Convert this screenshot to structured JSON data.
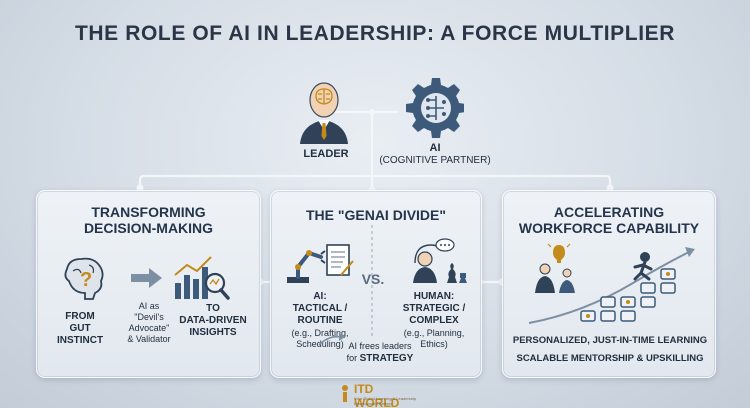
{
  "title": "THE ROLE OF AI IN LEADERSHIP: A FORCE MULTIPLIER",
  "top": {
    "leader_label": "LEADER",
    "ai_label": "AI",
    "ai_sublabel": "(COGNITIVE PARTNER)"
  },
  "panel_left": {
    "title_line1": "TRANSFORMING",
    "title_line2": "DECISION-MAKING",
    "from_line1": "FROM",
    "from_line2": "GUT",
    "from_line3": "INSTINCT",
    "ai_as_line1": "AI as",
    "ai_as_line2": "\"Devil's",
    "ai_as_line3": "Advocate\"",
    "ai_as_line4": "& Validator",
    "to_line1": "TO",
    "to_line2": "DATA-DRIVEN",
    "to_line3": "INSIGHTS"
  },
  "panel_mid": {
    "title": "THE \"GENAI DIVIDE\"",
    "vs": "VS.",
    "ai_line1": "AI:",
    "ai_line2": "TACTICAL /",
    "ai_line3": "ROUTINE",
    "ai_line4": "(e.g., Drafting,",
    "ai_line5": "Scheduling)",
    "human_line1": "HUMAN:",
    "human_line2": "STRATEGIC /",
    "human_line3": "COMPLEX",
    "human_line4": "(e.g., Planning,",
    "human_line5": "Ethics)",
    "frees_line1": "AI frees leaders",
    "frees_line2_a": "for ",
    "frees_line2_b": "STRATEGY"
  },
  "panel_right": {
    "title_line1": "ACCELERATING",
    "title_line2": "WORKFORCE CAPABILITY",
    "line1": "PERSONALIZED, JUST-IN-TIME LEARNING",
    "line2": "SCALABLE MENTORSHIP & UPSKILLING"
  },
  "logo": {
    "main": "ITD WORLD",
    "sub": "Your Global Learning & Leadership Development Partner"
  },
  "colors": {
    "dark_navy": "#2a3647",
    "gold": "#c48a1a",
    "icon_blue": "#3d5a7a",
    "connector": "#f4f6f8"
  }
}
